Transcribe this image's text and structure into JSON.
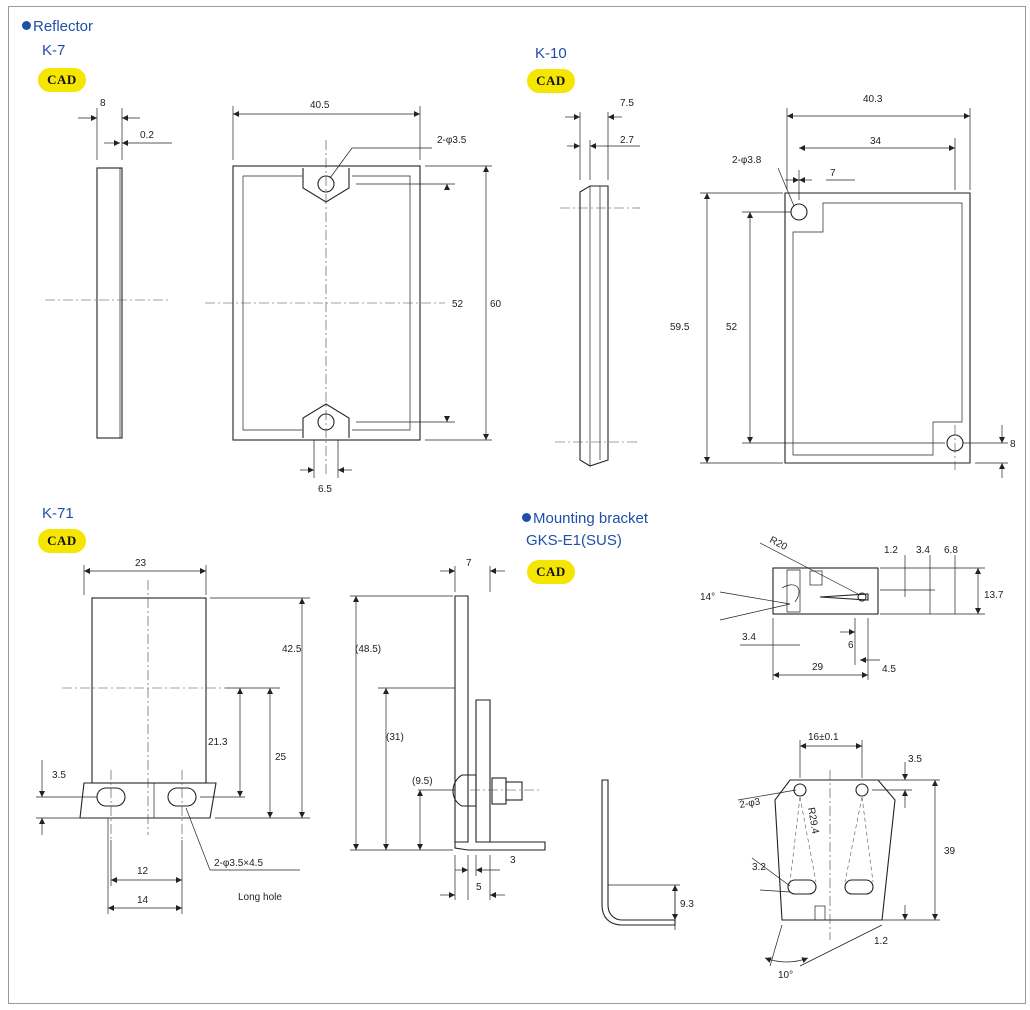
{
  "headings": {
    "reflector": "Reflector",
    "mounting_bracket": "Mounting bracket",
    "bracket_model": "GKS-E1(SUS)"
  },
  "models": {
    "k7": "K-7",
    "k10": "K-10",
    "k71": "K-71"
  },
  "badge": {
    "cad": "CAD"
  },
  "dimensions": {
    "k7": {
      "side_width": "8",
      "side_gap": "0.2",
      "front_width": "40.5",
      "holes": "2-φ3.5",
      "pitch": "52",
      "height": "60",
      "hole_spacing": "6.5"
    },
    "k10": {
      "side_width": "7.5",
      "side_step": "2.7",
      "front_width": "40.3",
      "inner_width": "34",
      "holes": "2-φ3.8",
      "hole_offset": "7",
      "height": "59.5",
      "pitch": "52",
      "bottom_offset": "8"
    },
    "k71": {
      "width": "23",
      "height": "42.5",
      "mid": "21.3",
      "pitch_v": "25",
      "hole_y": "3.5",
      "hole_pitch": "12",
      "base": "14",
      "holes": "2-φ3.5×4.5",
      "hole_note": "Long hole",
      "side_depth": "7",
      "side_total": "(48.5)",
      "side_31": "(31)",
      "side_95": "(9.5)",
      "side_3": "3",
      "side_5": "5"
    },
    "bracket": {
      "r20": "R20",
      "d12": "1.2",
      "d34": "3.4",
      "d68": "6.8",
      "d137": "13.7",
      "angle14": "14°",
      "d34b": "3.4",
      "d6": "6",
      "d29": "29",
      "d45": "4.5",
      "d16": "16±0.1",
      "d35": "3.5",
      "holes": "2-φ3",
      "r294": "R29.4",
      "d39": "39",
      "d32": "3.2",
      "d12b": "1.2",
      "angle10": "10°",
      "d93": "9.3"
    }
  }
}
